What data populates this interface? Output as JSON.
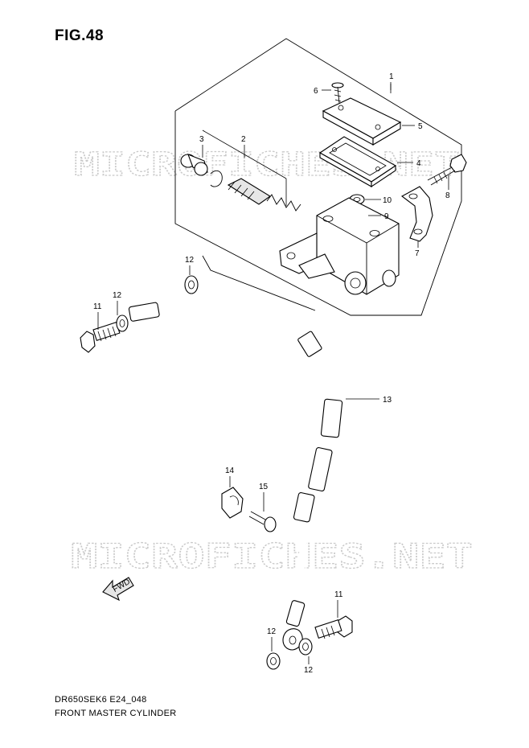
{
  "header": {
    "figure_label": "FIG.48"
  },
  "footer": {
    "model_code": "DR650SEK6 E24_048",
    "section_title": "FRONT MASTER CYLINDER"
  },
  "watermark": {
    "text": "MICROFICHES.NET"
  },
  "direction_arrow": {
    "label": "FWD"
  },
  "callouts": {
    "c1": "1",
    "c2": "2",
    "c3": "3",
    "c4": "4",
    "c5": "5",
    "c6": "6",
    "c7": "7",
    "c8": "8",
    "c9": "9",
    "c10": "10",
    "c11a": "11",
    "c11b": "11",
    "c12a": "12",
    "c12b": "12",
    "c12c": "12",
    "c12d": "12",
    "c13": "13",
    "c14": "14",
    "c15": "15"
  }
}
